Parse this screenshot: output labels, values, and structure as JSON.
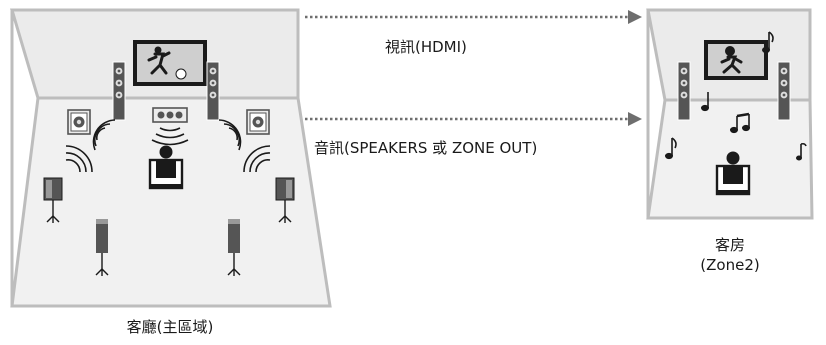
{
  "labels": {
    "video_link": "視訊(HDMI)",
    "audio_link": "音訊(SPEAKERS 或 ZONE OUT)",
    "zone2_line1": "客房",
    "zone2_line2": "(Zone2)",
    "main_zone": "客廳(主區域)"
  },
  "colors": {
    "room_fill": "#e7e7e7",
    "room_stroke": "#bdbdbd",
    "arrow": "#6e6e6e",
    "speaker_dark": "#555555",
    "screen_bg": "#cfcfcf"
  },
  "icons": [
    "tv-icon",
    "tower-speaker-icon",
    "center-speaker-icon",
    "surround-speaker-icon",
    "listener-icon",
    "music-note-icon",
    "sound-wave-icon"
  ]
}
